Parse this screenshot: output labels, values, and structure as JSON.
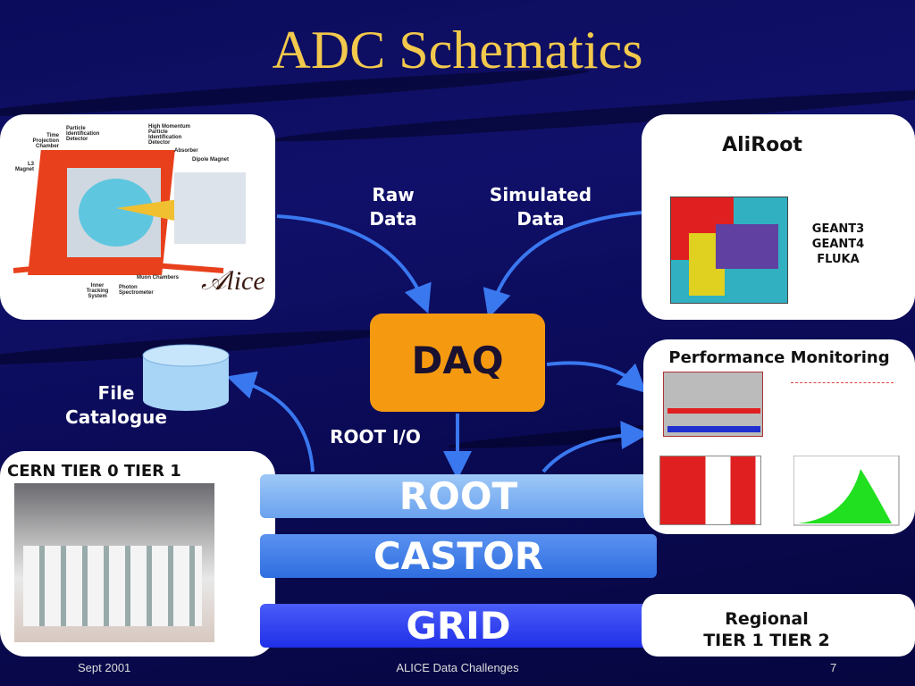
{
  "title": "ADC Schematics",
  "detector_panel": {
    "caption": "Alice",
    "labels": [
      "Time Projection Chamber",
      "Particle Identification Detector",
      "High Momentum Particle Identification Detector",
      "L3 Magnet",
      "Absorber",
      "Dipole Magnet",
      "Muon Chambers",
      "Inner Tracking System",
      "Photon Spectrometer"
    ]
  },
  "aliroot": {
    "title": "AliRoot",
    "engines": [
      "GEANT3",
      "GEANT4",
      "FLUKA"
    ]
  },
  "flow": {
    "raw_data": "Raw Data",
    "simulated_data": "Simulated Data",
    "daq": "DAQ",
    "root_io": "ROOT I/O",
    "file_catalogue": "File Catalogue"
  },
  "tier0": {
    "title": "CERN TIER 0 TIER 1"
  },
  "layers": {
    "root": "ROOT",
    "castor": "CASTOR",
    "grid": "GRID"
  },
  "monitoring": {
    "title": "Performance Monitoring"
  },
  "regional": {
    "line1": "Regional",
    "line2": "TIER 1 TIER 2"
  },
  "footer": {
    "date": "Sept 2001",
    "center": "ALICE Data Challenges",
    "page": "7"
  },
  "colors": {
    "title": "#f2c94c",
    "daq": "#f59a10",
    "root": "#7ab0f2",
    "castor": "#3f7de8",
    "grid": "#2a3cf0",
    "arrow": "#3a78f0"
  }
}
